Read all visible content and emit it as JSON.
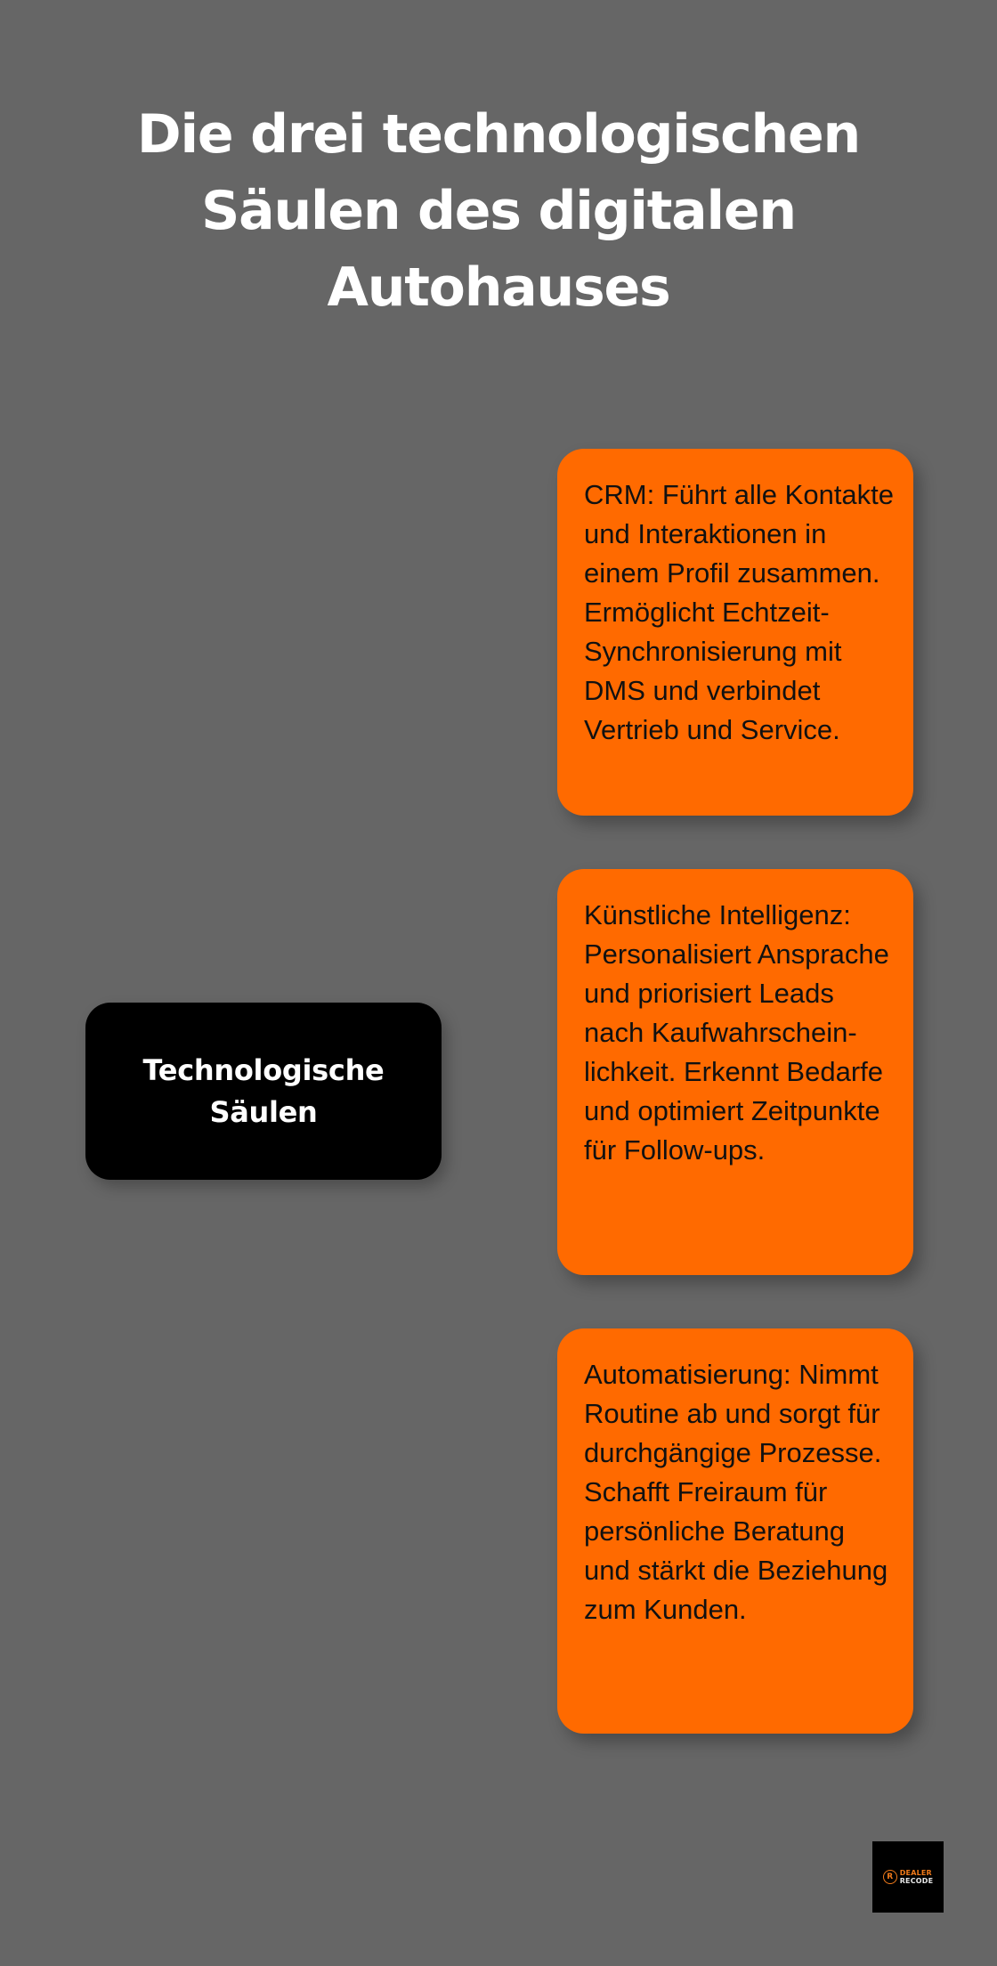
{
  "page": {
    "background": "#666666",
    "title": "Die drei technologischen\nSäulen des digitalen\nAutohauses"
  },
  "title_lines": [
    "Die drei technologischen",
    "Säulen des digitalen",
    "Autohauses"
  ],
  "hub": {
    "label": "Technologische Säulen",
    "background": "#000000",
    "text_color": "#FFFFFF"
  },
  "cards": [
    {
      "text": "CRM: Führt alle Kontakte und Interaktionen in einem Profil zusammen. Ermöglicht Echtzeit-Synchronisierung mit DMS und verbindet Vertrieb und Service."
    },
    {
      "text": "Künstliche Intelligenz: Personalisiert Ansprache und priorisiert Leads nach Kaufwahrschein­lichkeit. Erkennt Bedarfe und optimiert Zeitpunkte für Follow-ups."
    },
    {
      "text": "Automatisierung: Nimmt Routine ab und sorgt für durchgängige Prozesse. Schafft Freiraum für persönliche Beratung und stärkt die Beziehung zum Kunden."
    }
  ],
  "card_style": {
    "background": "#FF6A00",
    "text_color": "#111111"
  },
  "logo": {
    "mark": "R",
    "word_1": "DEALER",
    "word_2": "RECODE",
    "accent": "#F07A1A"
  }
}
